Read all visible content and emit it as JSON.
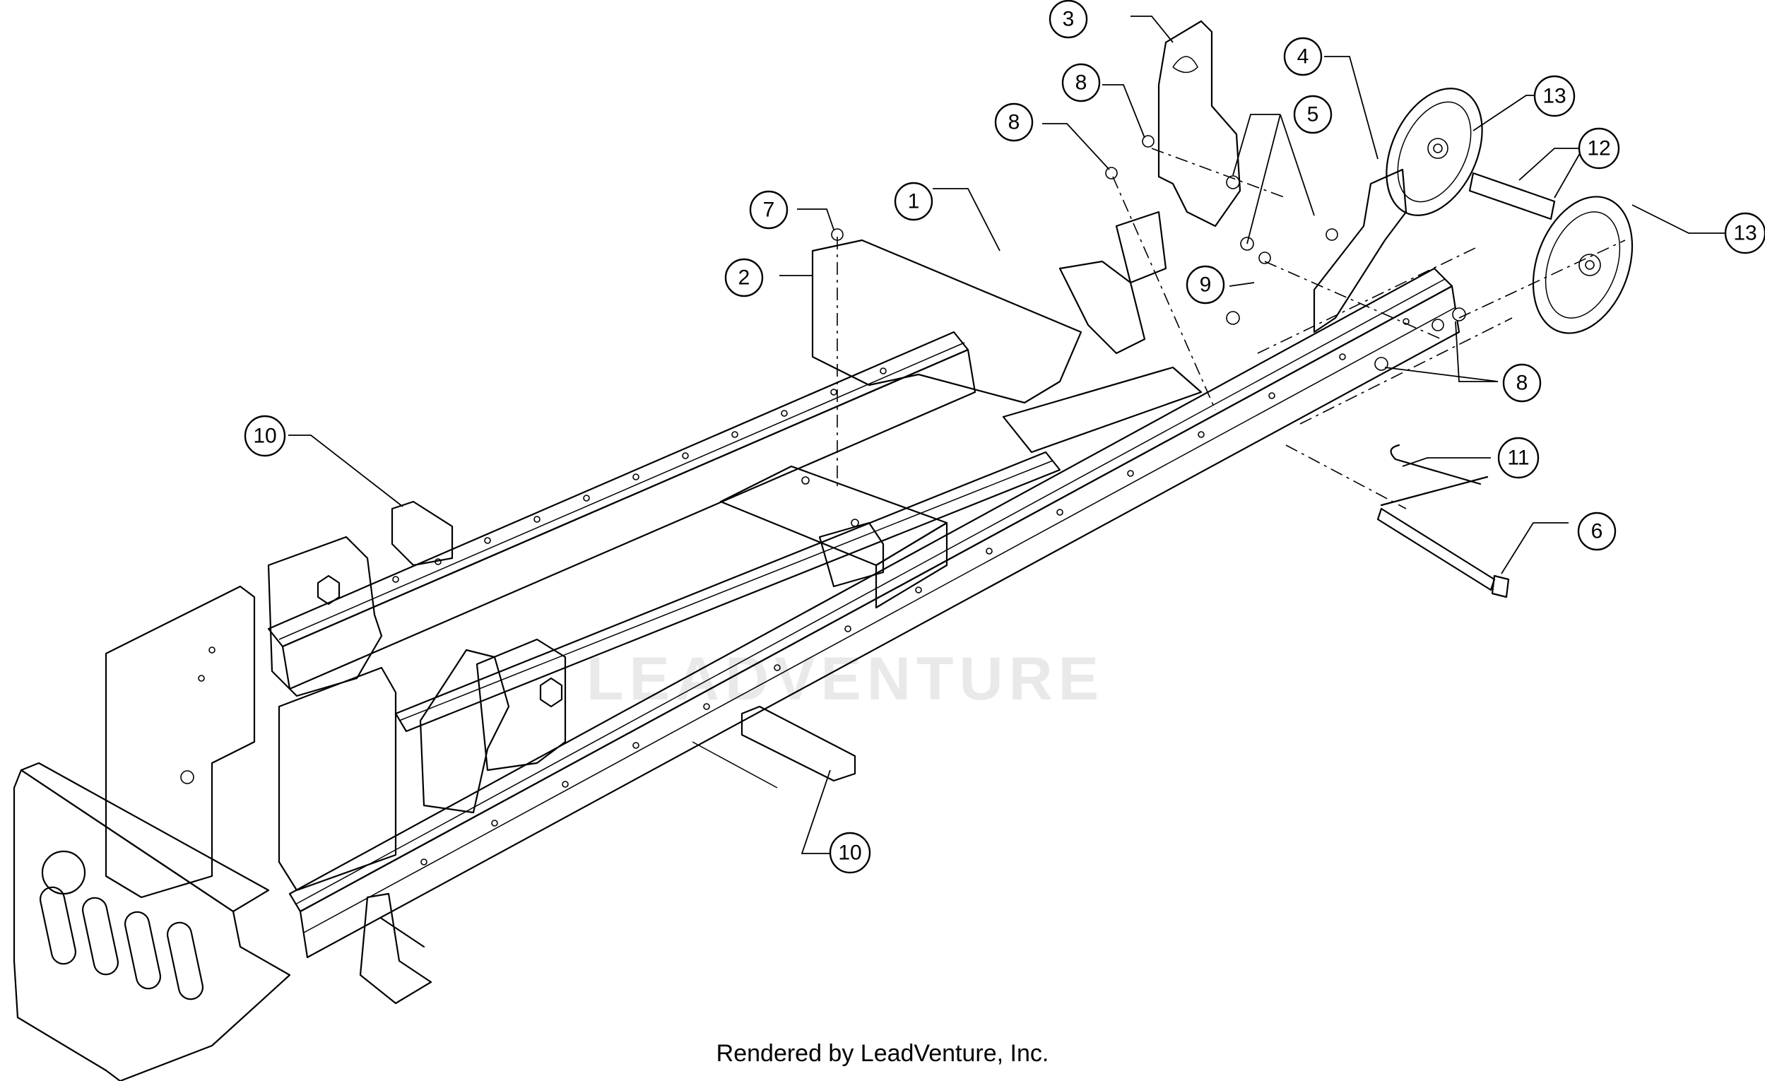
{
  "watermark": "LEADVENTURE",
  "footer": "Rendered by LeadVenture, Inc.",
  "callouts": [
    {
      "id": "c1",
      "label": "1"
    },
    {
      "id": "c2",
      "label": "2"
    },
    {
      "id": "c3",
      "label": "3"
    },
    {
      "id": "c4",
      "label": "4"
    },
    {
      "id": "c5",
      "label": "5"
    },
    {
      "id": "c6",
      "label": "6"
    },
    {
      "id": "c7",
      "label": "7"
    },
    {
      "id": "c8a",
      "label": "8"
    },
    {
      "id": "c8b",
      "label": "8"
    },
    {
      "id": "c8c",
      "label": "8"
    },
    {
      "id": "c9",
      "label": "9"
    },
    {
      "id": "c10a",
      "label": "10"
    },
    {
      "id": "c10b",
      "label": "10"
    },
    {
      "id": "c11",
      "label": "11"
    },
    {
      "id": "c12",
      "label": "12"
    },
    {
      "id": "c13a",
      "label": "13"
    },
    {
      "id": "c13b",
      "label": "13"
    }
  ]
}
